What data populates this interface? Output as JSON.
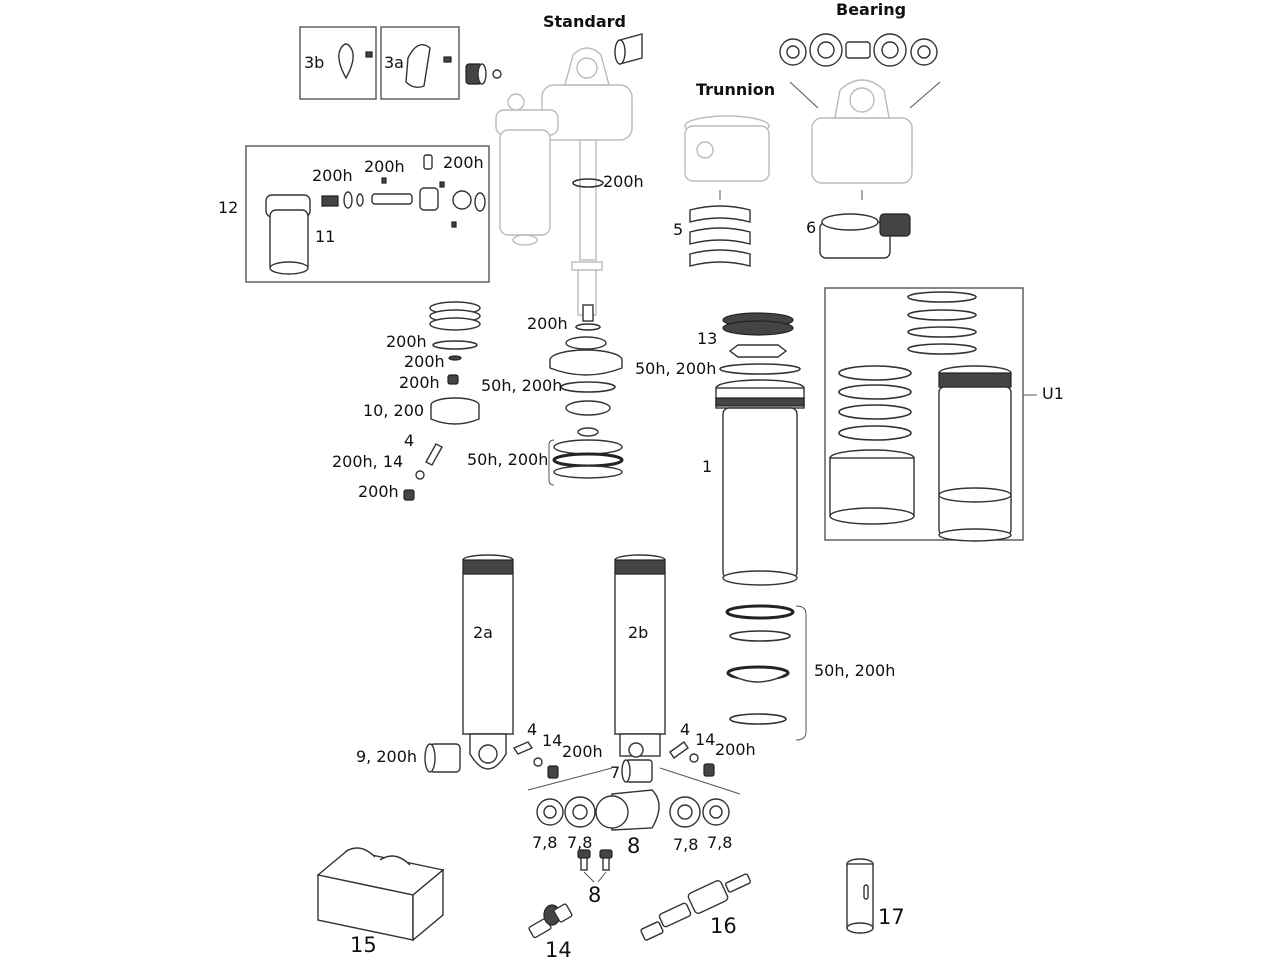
{
  "headings": {
    "standard": "Standard",
    "bearing": "Bearing",
    "trunnion": "Trunnion"
  },
  "callouts": {
    "l_3b": "3b",
    "l_3a": "3a",
    "l_12": "12",
    "l_11": "11",
    "l_200h_a": "200h",
    "l_200h_b": "200h",
    "l_200h_c": "200h",
    "l_200h_shaft": "200h",
    "l_5": "5",
    "l_6": "6",
    "l_200h_d": "200h",
    "l_200h_e": "200h",
    "l_200h_f": "200h",
    "l_200h_g": "200h",
    "l_13": "13",
    "l_50h200h_a": "50h, 200h",
    "l_50h200h_b": "50h, 200h",
    "l_50h200h_c": "50h, 200h",
    "l_50h200h_d": "50h, 200h",
    "l_10_200": "10, 200",
    "l_4_a": "4",
    "l_200h14": "200h, 14",
    "l_200h_h": "200h",
    "l_1": "1",
    "l_u1": "U1",
    "l_2a": "2a",
    "l_2b": "2b",
    "l_9_200h": "9, 200h",
    "l_4_b": "4",
    "l_14_a": "14",
    "l_200h_i": "200h",
    "l_7": "7",
    "l_4_c": "4",
    "l_14_b": "14",
    "l_200h_j": "200h",
    "l_78_a": "7,8",
    "l_78_b": "7,8",
    "l_8_a": "8",
    "l_78_c": "7,8",
    "l_78_d": "7,8",
    "l_8_b": "8",
    "l_15": "15",
    "l_14_c": "14",
    "l_16": "16",
    "l_17": "17"
  }
}
